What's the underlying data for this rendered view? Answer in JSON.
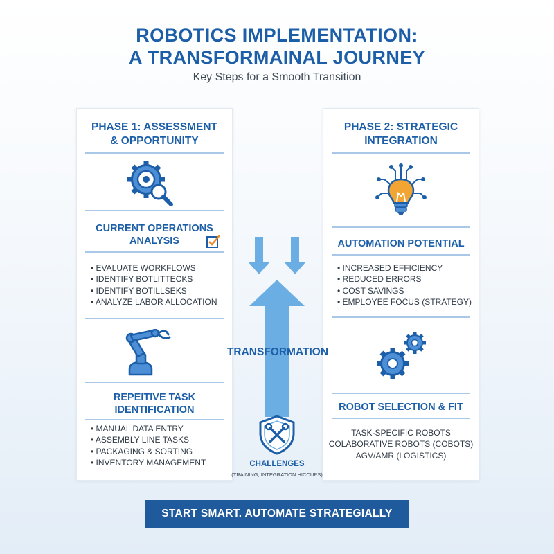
{
  "header": {
    "title_line1": "ROBOTICS IMPLEMENTATION:",
    "title_line2": "A TRANSFORMAINAL JOURNEY",
    "subtitle": "Key Steps for a Smooth Transition"
  },
  "left_panel": {
    "title_line1": "PHASE 1: ASSESSMENT",
    "title_line2": "& OPPORTUNITY",
    "section1": {
      "icon": "gear-magnifier-icon",
      "heading_line1": "CURRENT OPERATIONS",
      "heading_line2": "ANALYSIS",
      "badge_icon": "checkbox-icon",
      "items": [
        "EVALUATE WORKFLOWS",
        "IDENTIFY BOTLITTECKS",
        "IDENTIFY BOTILLSEKS",
        "ANALYZE LABOR ALLOCATION"
      ]
    },
    "section2": {
      "icon": "robot-arm-icon",
      "heading_line1": "REPEITIVE TASK",
      "heading_line2": "IDENTIFICATION",
      "items": [
        "MANUAL DATA ENTRY",
        "ASSEMBLY LINE TASKS",
        "PACKAGING & SORTING",
        "INVENTORY MANAGEMENT"
      ]
    }
  },
  "right_panel": {
    "title_line1": "PHASE 2: STRATEGIC",
    "title_line2": "INTEGRATION",
    "section1": {
      "icon": "lightbulb-circuit-icon",
      "heading": "AUTOMATION POTENTIAL",
      "items": [
        "INCREASED EFFICIENCY",
        "REDUCED ERRORS",
        "COST SAVINGS",
        "EMPLOYEE FOCUS (STRATEGY)"
      ]
    },
    "section2": {
      "icon": "gears-icon",
      "heading": "ROBOT SELECTION & FIT",
      "items": [
        "TASK-SPECIFIC ROBOTS",
        "COLABORATIVE ROBOTS (COBOTS)",
        "AGV/AMR (LOGISTICS)"
      ]
    }
  },
  "center": {
    "transformation_label": "TRANSFORMATION",
    "challenges_icon": "shield-tools-icon",
    "challenges_label": "CHALLENGES",
    "challenges_sub": "(Training, Integration Hiccups)"
  },
  "footer": {
    "banner_text": "START SMART. AUTOMATE STRATEGIALLY"
  },
  "colors": {
    "brand_blue": "#1c5fa8",
    "arrow_blue": "#6aaee3",
    "banner_bg": "#1e5a9c",
    "bulb_orange": "#f2a533"
  }
}
